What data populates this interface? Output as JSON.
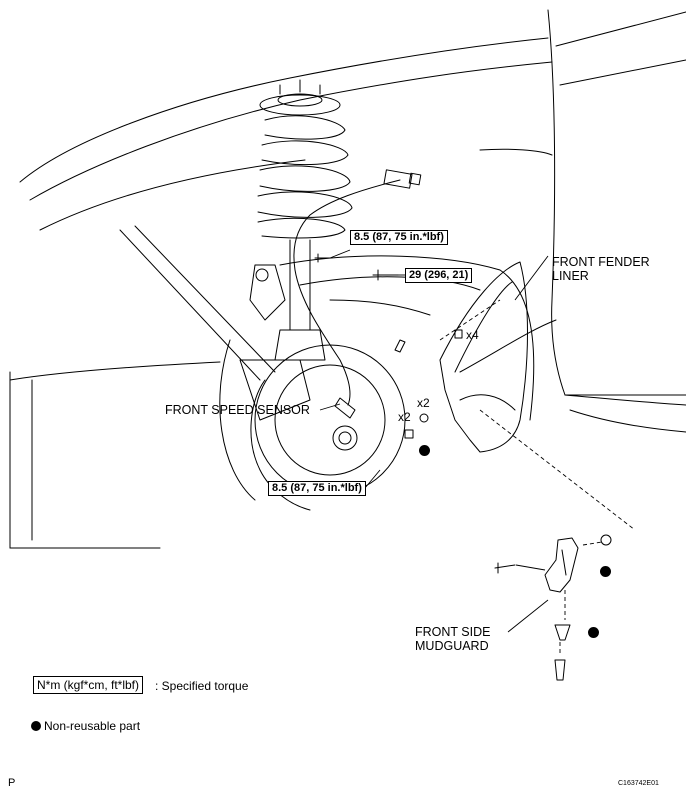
{
  "labels": {
    "front_fender_liner": [
      "FRONT FENDER",
      "LINER"
    ],
    "front_speed_sensor": "FRONT SPEED SENSOR",
    "front_side_mudguard": [
      "FRONT SIDE",
      "MUDGUARD"
    ]
  },
  "torque": {
    "upper_clamp": "8.5 (87, 75 in.*lbf)",
    "bolt_29": "29 (296, 21)",
    "lower_clamp": "8.5 (87, 75 in.*lbf)"
  },
  "quantities": {
    "liner_screws": "x4",
    "liner_clips_right": "x2",
    "liner_clips_left": "x2"
  },
  "legend": {
    "torque_box": "N*m (kgf*cm, ft*lbf)",
    "torque_text": ": Specified torque",
    "nonreusable_text": "Non-reusable part"
  },
  "corner": {
    "left_mark": "P",
    "code": "C163742E01"
  },
  "colors": {
    "line": "#000000",
    "background": "#ffffff"
  }
}
